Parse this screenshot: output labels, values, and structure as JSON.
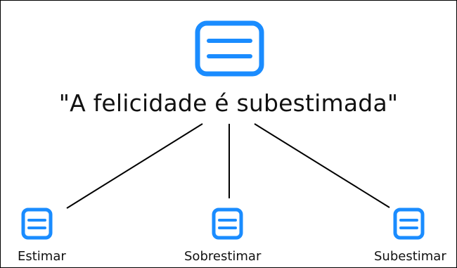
{
  "diagram": {
    "root": {
      "label": "\"A felicidade é subestimada\"",
      "icon": "list-card-icon"
    },
    "children": [
      {
        "label": "Estimar",
        "icon": "list-card-icon"
      },
      {
        "label": "Sobrestimar",
        "icon": "list-card-icon"
      },
      {
        "label": "Subestimar",
        "icon": "list-card-icon"
      }
    ]
  },
  "colors": {
    "icon_blue": "#1a8cff",
    "line": "#000000",
    "text": "#111111"
  }
}
